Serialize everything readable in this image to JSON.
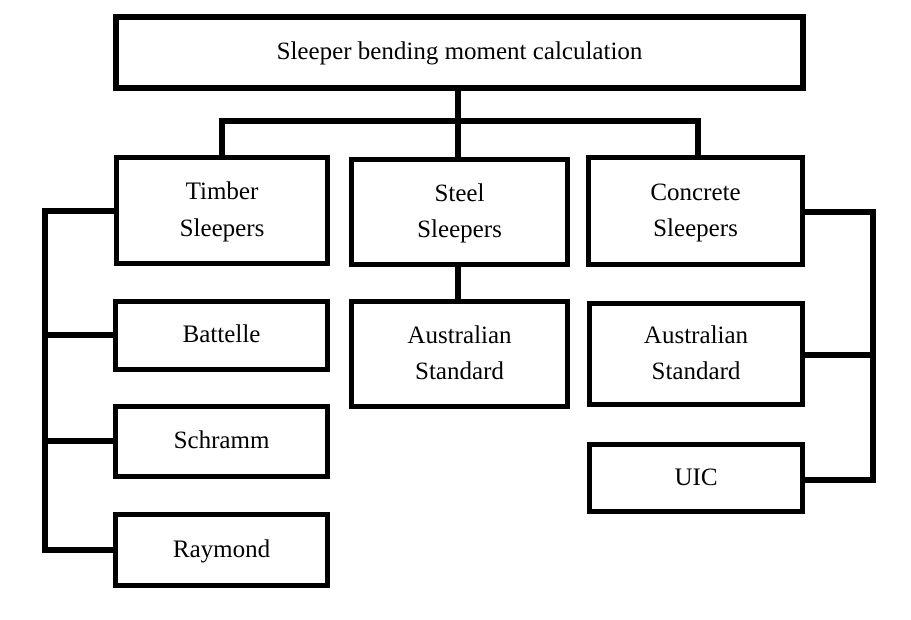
{
  "diagram": {
    "title": "Sleeper bending moment calculation",
    "type": "hierarchy-flowchart",
    "colors": {
      "background": "#ffffff",
      "line": "#000000",
      "text": "#000000"
    },
    "nodes": {
      "root": {
        "label": "Sleeper bending moment calculation"
      },
      "timber": {
        "label": "Timber\nSleepers"
      },
      "steel": {
        "label": "Steel\nSleepers"
      },
      "concrete": {
        "label": "Concrete\nSleepers"
      },
      "battelle": {
        "label": "Battelle"
      },
      "as_steel": {
        "label": "Australian\nStandard"
      },
      "as_concrete": {
        "label": "Australian\nStandard"
      },
      "schramm": {
        "label": "Schramm"
      },
      "uic": {
        "label": "UIC"
      },
      "raymond": {
        "label": "Raymond"
      }
    },
    "hierarchy": [
      {
        "parent": "Sleeper bending moment calculation",
        "child": "Timber Sleepers"
      },
      {
        "parent": "Sleeper bending moment calculation",
        "child": "Steel Sleepers"
      },
      {
        "parent": "Sleeper bending moment calculation",
        "child": "Concrete Sleepers"
      },
      {
        "parent": "Timber Sleepers",
        "child": "Battelle"
      },
      {
        "parent": "Timber Sleepers",
        "child": "Schramm"
      },
      {
        "parent": "Timber Sleepers",
        "child": "Raymond"
      },
      {
        "parent": "Steel Sleepers",
        "child": "Australian Standard"
      },
      {
        "parent": "Concrete Sleepers",
        "child": "Australian Standard"
      },
      {
        "parent": "Concrete Sleepers",
        "child": "UIC"
      }
    ]
  }
}
